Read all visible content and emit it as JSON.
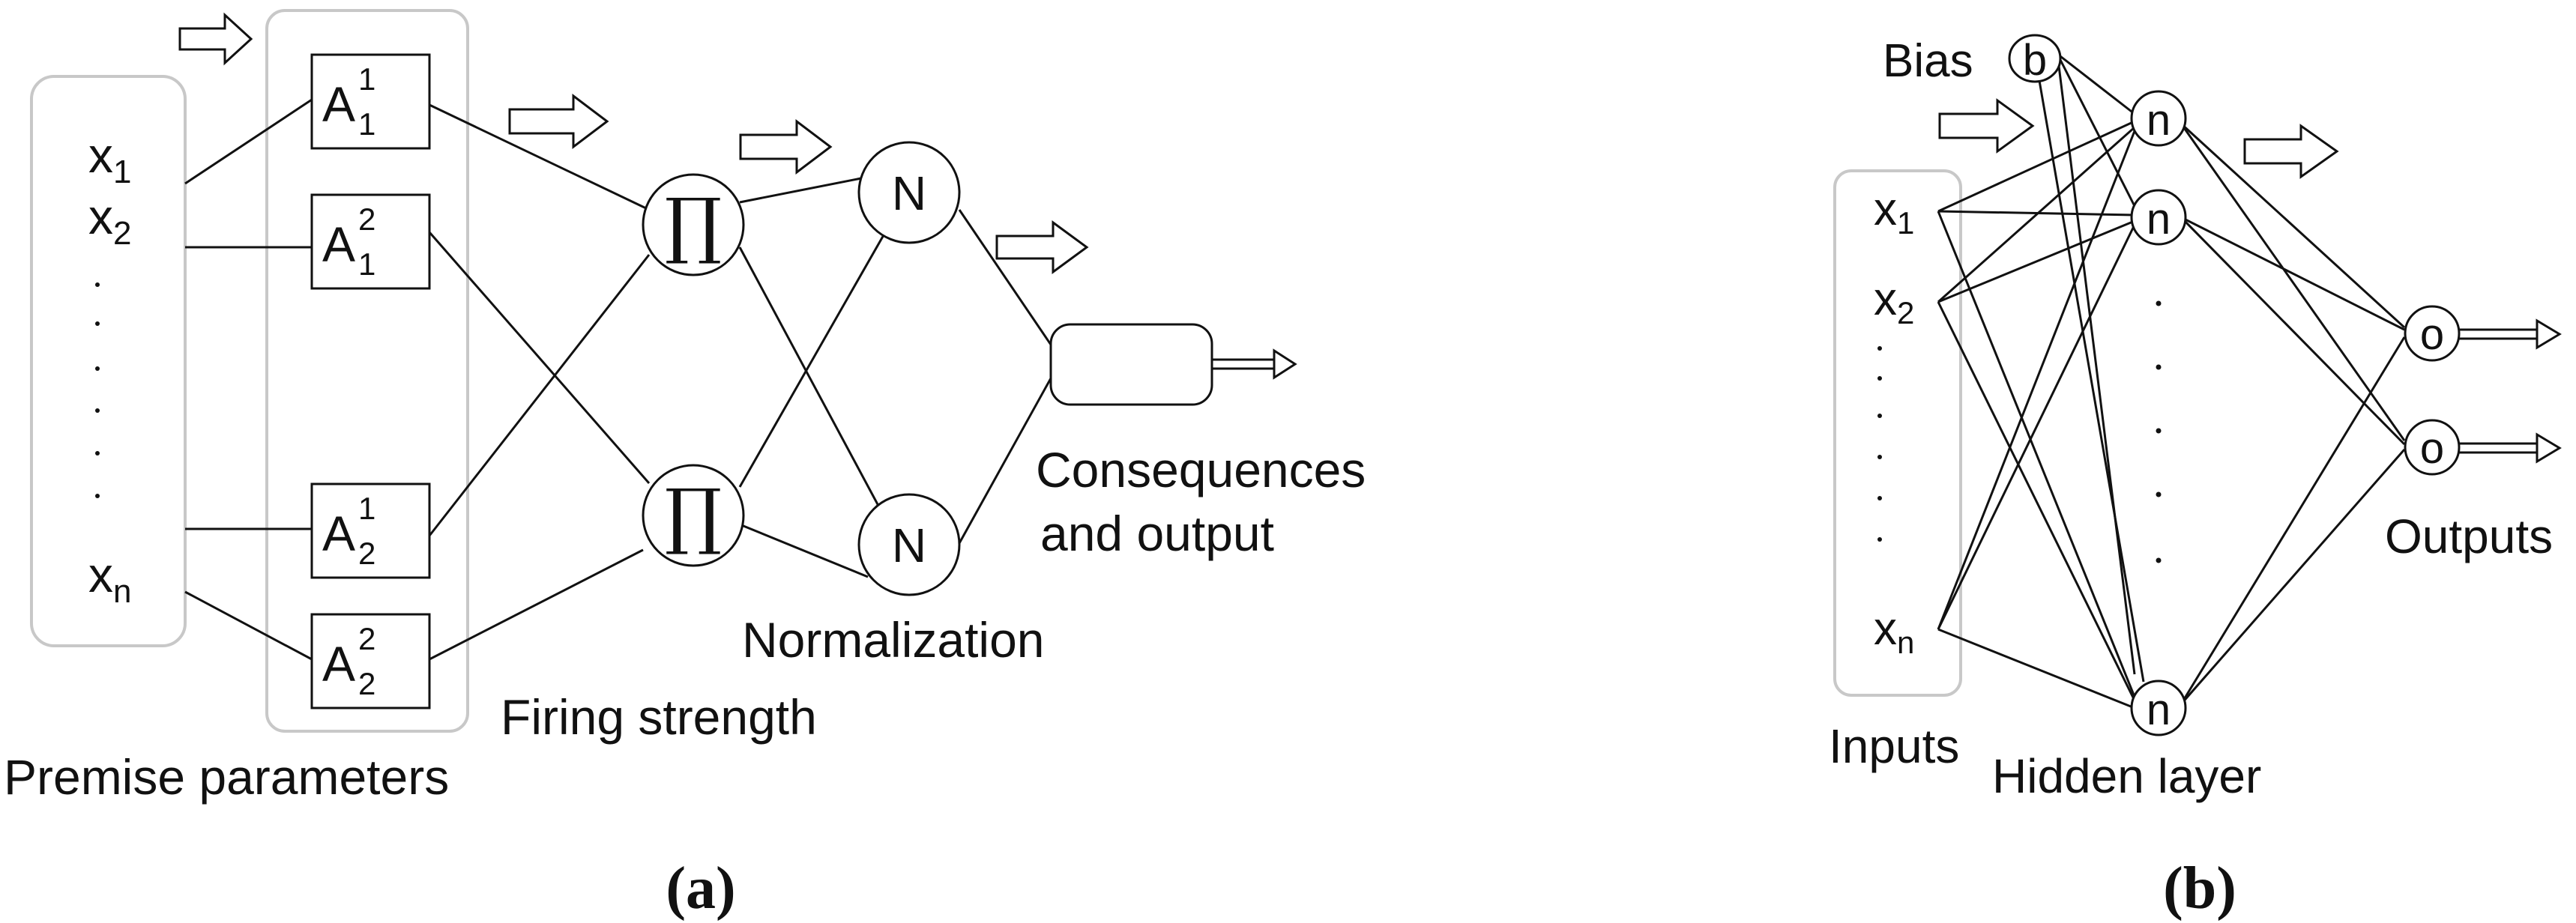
{
  "panel_a": {
    "caption": "a",
    "inputs": {
      "x1": "x",
      "x1_sub": "1",
      "x2": "x",
      "x2_sub": "2",
      "xn": "x",
      "xn_sub": "n"
    },
    "mf_nodes": [
      {
        "base": "A",
        "sub": "1",
        "sup": "1"
      },
      {
        "base": "A",
        "sub": "1",
        "sup": "2"
      },
      {
        "base": "A",
        "sub": "2",
        "sup": "1"
      },
      {
        "base": "A",
        "sub": "2",
        "sup": "2"
      }
    ],
    "product_symbol": "∏",
    "norm_symbol": "N",
    "labels": {
      "premise": "Premise parameters",
      "firing": "Firing strength",
      "normalization": "Normalization",
      "consequences_line1": "Consequences",
      "consequences_line2": "and output"
    }
  },
  "panel_b": {
    "caption": "b",
    "bias_label": "Bias",
    "bias_symbol": "b",
    "inputs": {
      "x1": "x",
      "x1_sub": "1",
      "x2": "x",
      "x2_sub": "2",
      "xn": "x",
      "xn_sub": "n"
    },
    "hidden_symbol": "n",
    "output_symbol": "o",
    "labels": {
      "inputs": "Inputs",
      "hidden": "Hidden layer",
      "outputs": "Outputs"
    }
  }
}
